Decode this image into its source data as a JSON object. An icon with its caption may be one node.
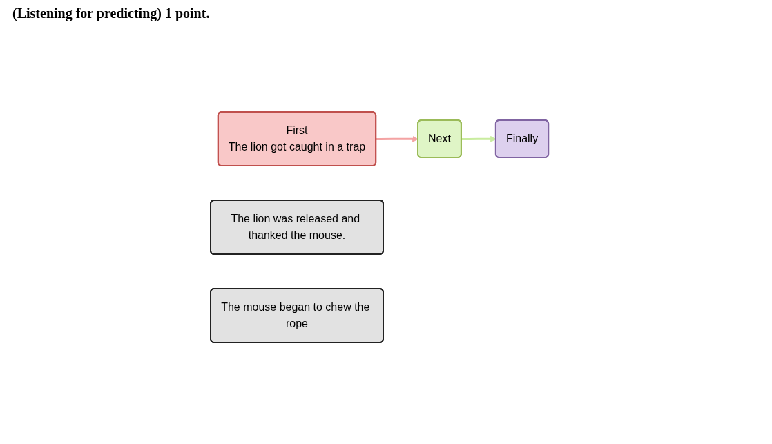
{
  "diagram": {
    "title": "(Listening for predicting) 1 point.",
    "nodes": [
      {
        "text": [
          "First",
          "The lion got caught in a trap"
        ]
      },
      {
        "text": [
          "Next"
        ]
      },
      {
        "text": [
          "Finally"
        ]
      },
      {
        "text": [
          "The lion was released and thanked the mouse."
        ]
      },
      {
        "text": [
          "The mouse began to chew the rope"
        ]
      }
    ],
    "edges": [
      {
        "from": 0,
        "to": 1,
        "arrow": "to",
        "color": "#f4a3a3"
      },
      {
        "from": 1,
        "to": 2,
        "arrow": "to",
        "color": "#c9ec9f"
      }
    ]
  }
}
